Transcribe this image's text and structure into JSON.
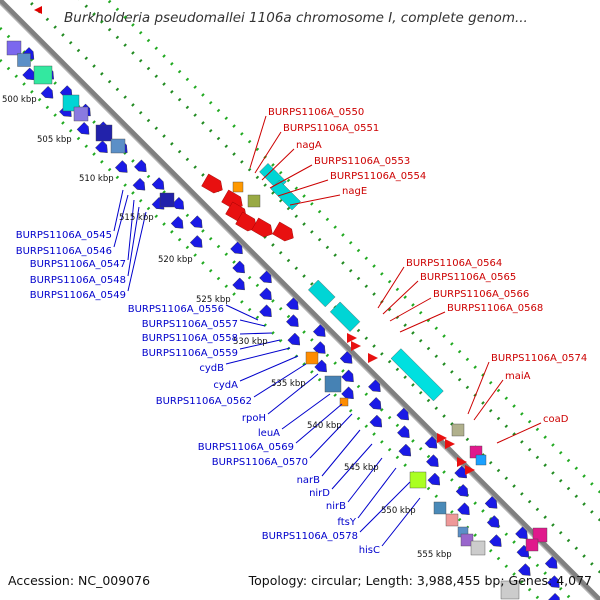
{
  "title": "Burkholderia pseudomallei 1106a chromosome I, complete genom...",
  "footer": {
    "accession": "Accession: NC_009076",
    "summary": "Topology: circular; Length: 3,988,455 bp; Genes: 4,077"
  },
  "colors": {
    "blue_label": "#0000cc",
    "red_label": "#cc0000",
    "backbone": "#808080",
    "ticks": "#228b22"
  },
  "kbp_labels": [
    "500 kbp",
    "505 kbp",
    "510 kbp",
    "515 kbp",
    "520 kbp",
    "525 kbp",
    "530 kbp",
    "535 kbp",
    "540 kbp",
    "545 kbp",
    "550 kbp",
    "555 kbp"
  ],
  "red_labels": [
    "BURPS1106A_0550",
    "BURPS1106A_0551",
    "nagA",
    "BURPS1106A_0553",
    "BURPS1106A_0554",
    "nagE",
    "BURPS1106A_0564",
    "BURPS1106A_0565",
    "BURPS1106A_0566",
    "BURPS1106A_0568",
    "BURPS1106A_0574",
    "maiA",
    "coaD"
  ],
  "blue_labels": [
    "BURPS1106A_0545",
    "BURPS1106A_0546",
    "BURPS1106A_0547",
    "BURPS1106A_0548",
    "BURPS1106A_0549",
    "BURPS1106A_0556",
    "BURPS1106A_0557",
    "BURPS1106A_0558",
    "BURPS1106A_0559",
    "cydB",
    "cydA",
    "BURPS1106A_0562",
    "rpoH",
    "leuA",
    "BURPS1106A_0569",
    "BURPS1106A_0570",
    "narB",
    "nirD",
    "nirB",
    "ftsY",
    "BURPS1106A_0578",
    "hisC"
  ]
}
